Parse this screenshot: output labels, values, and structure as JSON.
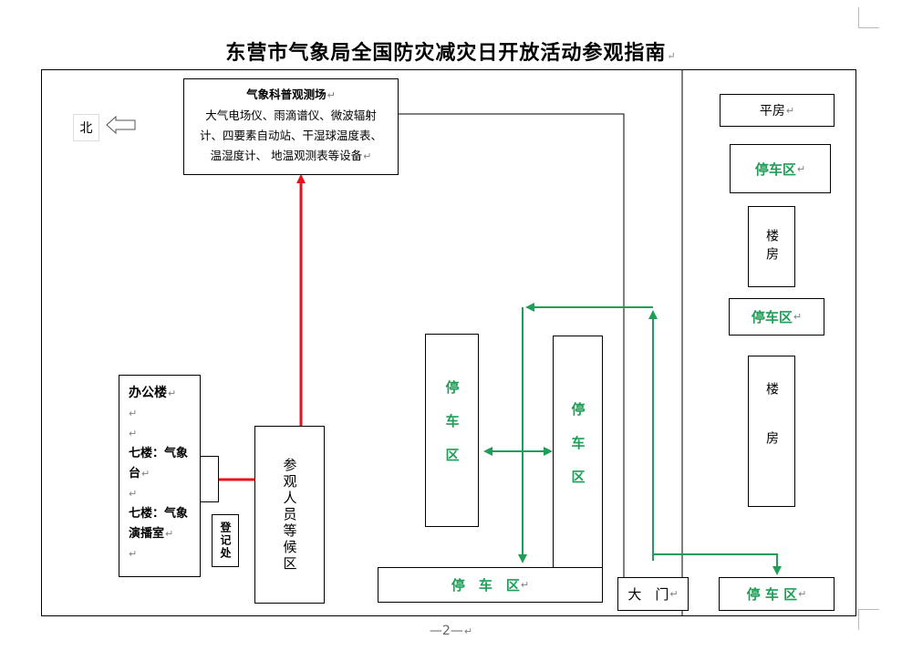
{
  "title": "东营市气象局全国防灾减灾日开放活动参观指南",
  "north": {
    "label": "北"
  },
  "observatory": {
    "title": "气象科普观测场",
    "line1": "大气电场仪、雨滴谱仪、微波辐射",
    "line2": "计、四要素自动站、干湿球温度表、",
    "line3": "温湿度计、 地温观测表等设备"
  },
  "office": {
    "title": "办公楼",
    "floor_a": "七楼：气象台",
    "floor_b": "七楼：气象演播室"
  },
  "registration": "登记处",
  "waiting_area": "参观人员等候区",
  "parking": {
    "label": "停车区",
    "spaced": "停 车 区",
    "spaced_wide": "停　车　区"
  },
  "bungalow": "平房",
  "building": "楼房",
  "gate": "大　门",
  "page_number": "—2—",
  "colors": {
    "red_route": "#e8121a",
    "green_route": "#1f9e57",
    "parking_text": "#1f9e57"
  }
}
